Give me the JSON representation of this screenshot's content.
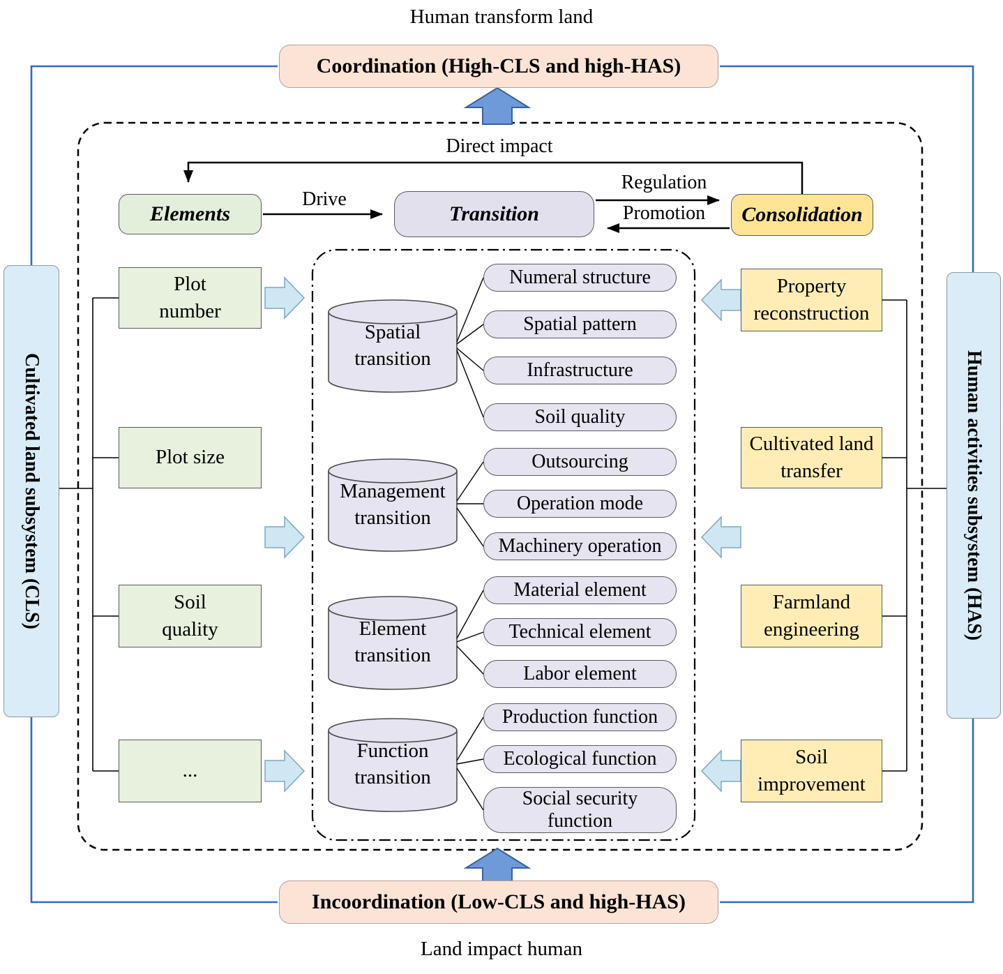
{
  "colors": {
    "banner_peach": "#fbe3d5",
    "elements_green": "#e7f1de",
    "consolidation_yellow": "#ffe593",
    "consolidation_item_yellow": "#ffedb5",
    "transition_lavender": "#e6e4f0",
    "subsystem_blue": "#d9ecf7",
    "block_arrow_lightblue": "#cfe7f2",
    "big_arrow_blue": "#6e9ad9",
    "frame_blue": "#2f6bbf"
  },
  "labels": {
    "top_caption": "Human transform land",
    "bottom_caption": "Land impact human",
    "direct_impact": "Direct impact",
    "drive": "Drive",
    "regulation": "Regulation",
    "promotion": "Promotion"
  },
  "banners": {
    "coordination": "Coordination (High-CLS and high-HAS)",
    "incoordination": "Incoordination (Low-CLS and high-HAS)"
  },
  "subsystems": {
    "cls": "Cultivated land subsystem (CLS)",
    "has": "Human activities subsystem (HAS)"
  },
  "headers": {
    "elements": "Elements",
    "transition": "Transition",
    "consolidation": "Consolidation"
  },
  "element_items": [
    "Plot number",
    "Plot size",
    "Soil quality",
    "..."
  ],
  "consolidation_items": [
    "Property reconstruction",
    "Cultivated land transfer",
    "Farmland engineering",
    "Soil improvement"
  ],
  "transitions": [
    {
      "name": "Spatial transition",
      "items": [
        "Numeral structure",
        "Spatial pattern",
        "Infrastructure",
        "Soil quality"
      ]
    },
    {
      "name": "Management transition",
      "items": [
        "Outsourcing",
        "Operation mode",
        "Machinery operation"
      ]
    },
    {
      "name": "Element transition",
      "items": [
        "Material element",
        "Technical element",
        "Labor element"
      ]
    },
    {
      "name": "Function transition",
      "items": [
        "Production function",
        "Ecological function",
        "Social security function"
      ]
    }
  ]
}
